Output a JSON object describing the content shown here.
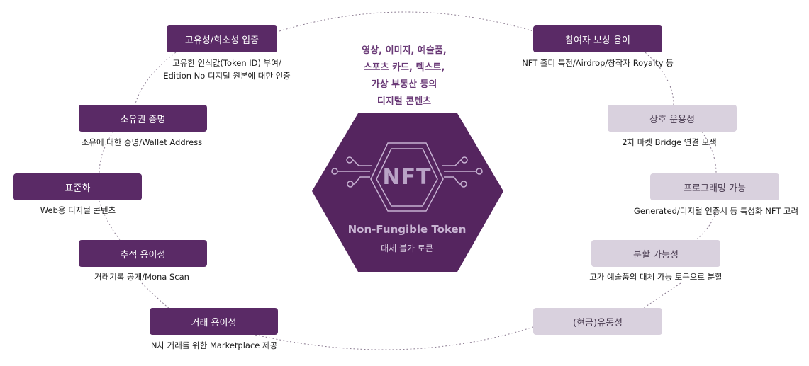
{
  "center": {
    "lines": [
      "영상, 이미지, 예술품,",
      "스포츠 카드, 텍스트,",
      "가상 부동산 등의",
      "디지털 콘텐츠"
    ],
    "nft_label": "NFT",
    "title": "Non-Fungible Token",
    "subtitle": "대체 불가 토큰"
  },
  "left": [
    {
      "label": "고유성/희소성 입증",
      "desc": [
        "고유한 인식값(Token ID) 부여/",
        "Edition No 디지털 원본에 대한 인증"
      ]
    },
    {
      "label": "소유권 증명",
      "desc": [
        "소유에 대한 증명/Wallet Address"
      ]
    },
    {
      "label": "표준화",
      "desc": [
        "Web용 디지털 콘텐츠"
      ]
    },
    {
      "label": "추적 용이성",
      "desc": [
        "거래기록 공개/Mona Scan"
      ]
    },
    {
      "label": "거래 용이성",
      "desc": [
        "N차 거래를 위한 Marketplace 제공"
      ]
    }
  ],
  "right": [
    {
      "label": "참여자 보상 용이",
      "desc": [
        "NFT 홀더 특전/Airdrop/창작자 Royalty 등"
      ]
    },
    {
      "label": "상호 운용성",
      "desc": [
        "2차 마켓 Bridge 연결  모색"
      ]
    },
    {
      "label": "프로그래밍 가능",
      "desc": [
        "Generated/디지털 인증서 등 특성화 NFT 고려"
      ]
    },
    {
      "label": "분할 가능성",
      "desc": [
        "고가 예술품의 대체 가능 토큰으로 분할"
      ]
    },
    {
      "label": "(현금)유동성",
      "desc": []
    }
  ],
  "colors": {
    "dark": "#5a2a66",
    "light": "#d9d1de",
    "hexagon": "#55255f"
  }
}
